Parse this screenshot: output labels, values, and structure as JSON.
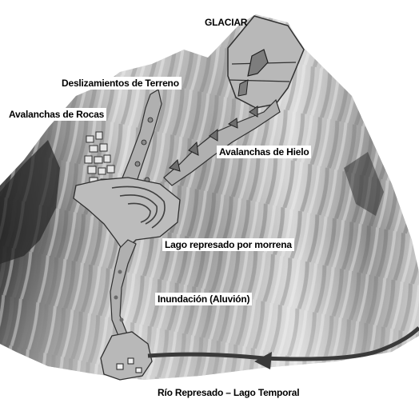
{
  "labels": {
    "glacier": "GLACIAR",
    "landslides": "Deslizamientos de Terreno",
    "rock_avalanches": "Avalanchas de Rocas",
    "ice_avalanches": "Avalanchas de Hielo",
    "moraine_lake": "Lago represado por morrena",
    "flood": "Inundación (Aluvión)",
    "dammed_river": "Río Represado – Lago Temporal"
  },
  "colors": {
    "terrain_light": "#e8e8e8",
    "terrain_mid": "#a9a9a9",
    "terrain_dark": "#3a3a3a",
    "hazard_fill": "#b4b4b4",
    "outline": "#303030",
    "river": "#444444"
  }
}
